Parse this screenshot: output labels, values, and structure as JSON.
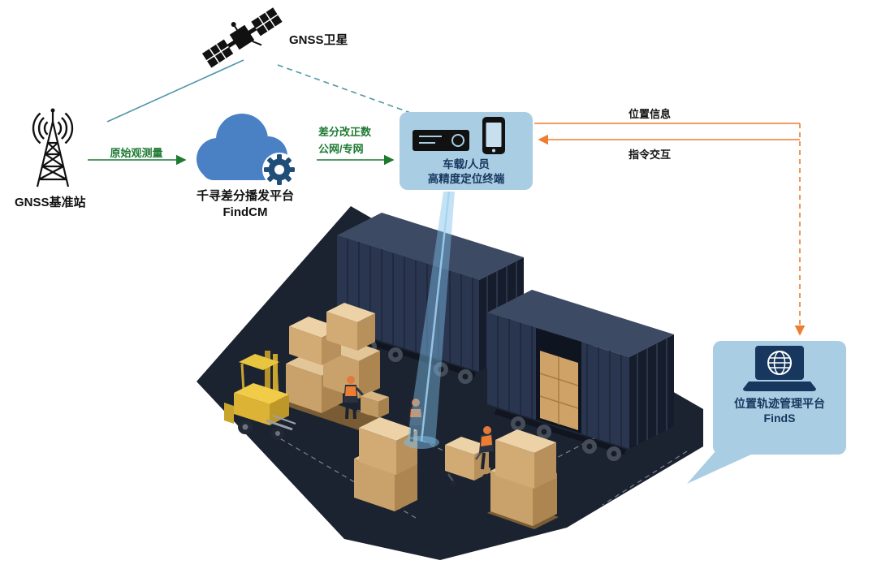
{
  "diagram": {
    "satellite": {
      "label": "GNSS卫星",
      "icon": "satellite-icon"
    },
    "base_station": {
      "label": "GNSS基准站",
      "icon": "radio-tower-icon"
    },
    "cloud": {
      "name": "千寻差分播发平台",
      "product": "FindCM",
      "icon": "cloud-gear-icon"
    },
    "terminal": {
      "line1": "车载/人员",
      "line2": "高精度定位终端",
      "icons": [
        "receiver-device-icon",
        "smartphone-icon"
      ]
    },
    "platform": {
      "name": "位置轨迹管理平台",
      "product": "FindS",
      "icon": "laptop-globe-icon"
    },
    "links": {
      "raw_observation": "原始观测量",
      "corrections_line1": "差分改正数",
      "corrections_line2": "公网/专网",
      "position_info": "位置信息",
      "command_interaction": "指令交互"
    },
    "colors": {
      "green": "#1e7a33",
      "orange": "#ed7d31",
      "teal": "#4f96a8",
      "bubble_blue": "#a9cde3",
      "navy_text": "#17375e",
      "cloud_blue": "#4a80c4",
      "gear_blue": "#1f4e79",
      "ground_dark": "#1c2330"
    }
  }
}
